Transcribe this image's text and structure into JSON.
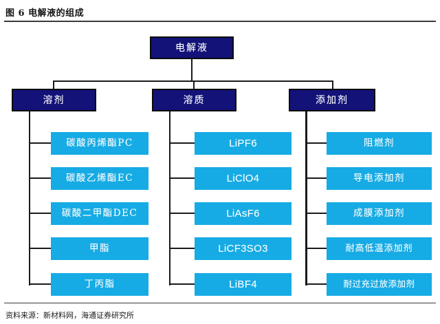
{
  "header": {
    "title": "图 6  电解液的组成"
  },
  "footer": {
    "source": "资料来源：新材料网，海通证券研究所"
  },
  "colors": {
    "branch_fill": "#121278",
    "branch_border": "#0a0a0a",
    "leaf_fill": "#16ABE4",
    "node_text": "#ffffff",
    "connector": "#1a1a1a",
    "rule": "#3a3a3a",
    "background": "#ffffff"
  },
  "diagram": {
    "type": "tree",
    "root": {
      "label": "电解液"
    },
    "branches": [
      {
        "label": "溶剂",
        "children": [
          {
            "label": "碳酸丙烯酯PC",
            "script": "cjk"
          },
          {
            "label": "碳酸乙烯酯EC",
            "script": "cjk"
          },
          {
            "label": "碳酸二甲酯DEC",
            "script": "cjk"
          },
          {
            "label": "甲脂",
            "script": "cjk"
          },
          {
            "label": "丁丙脂",
            "script": "cjk"
          }
        ]
      },
      {
        "label": "溶质",
        "children": [
          {
            "label": "LiPF6",
            "script": "latin"
          },
          {
            "label": "LiClO4",
            "script": "latin"
          },
          {
            "label": "LiAsF6",
            "script": "latin"
          },
          {
            "label": "LiCF3SO3",
            "script": "latin"
          },
          {
            "label": "LiBF4",
            "script": "latin"
          }
        ]
      },
      {
        "label": "添加剂",
        "children": [
          {
            "label": "阻燃剂",
            "script": "cjk"
          },
          {
            "label": "导电添加剂",
            "script": "cjk"
          },
          {
            "label": "成膜添加剂",
            "script": "cjk"
          },
          {
            "label": "耐高低温添加剂",
            "script": "cjk"
          },
          {
            "label": "耐过充过放添加剂",
            "script": "cjk"
          }
        ]
      }
    ]
  }
}
